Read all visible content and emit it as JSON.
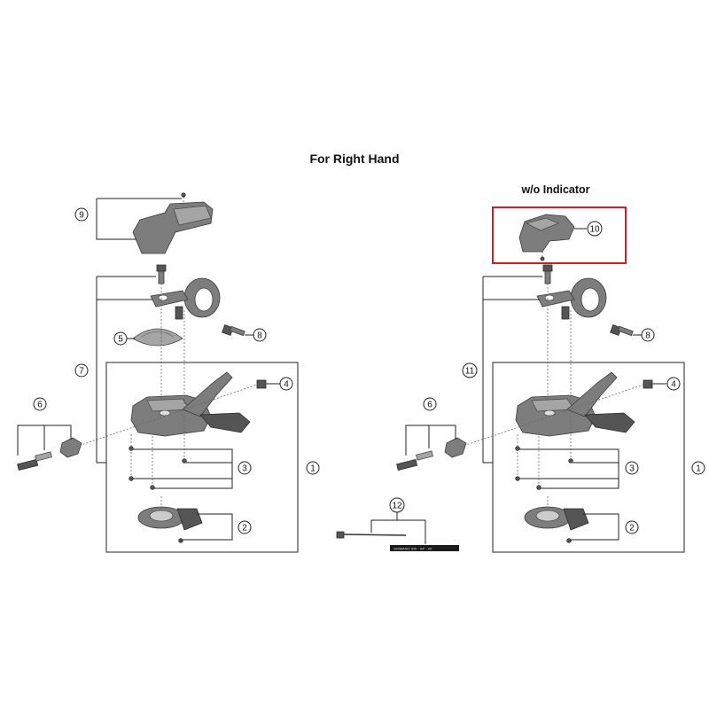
{
  "diagram": {
    "title": "For Right Hand",
    "variant_label": "w/o Indicator",
    "highlight_color": "#c8202a",
    "cable_print": "SHIMANO SIS - SP - 4X",
    "callouts": {
      "c1a": "1",
      "c1b": "1",
      "c2a": "2",
      "c2b": "2",
      "c3a": "3",
      "c3b": "3",
      "c4a": "4",
      "c4b": "4",
      "c5": "5",
      "c6a": "6",
      "c6b": "6",
      "c7": "7",
      "c8a": "8",
      "c8b": "8",
      "c9": "9",
      "c10": "10",
      "c11": "11",
      "c12": "12"
    }
  }
}
